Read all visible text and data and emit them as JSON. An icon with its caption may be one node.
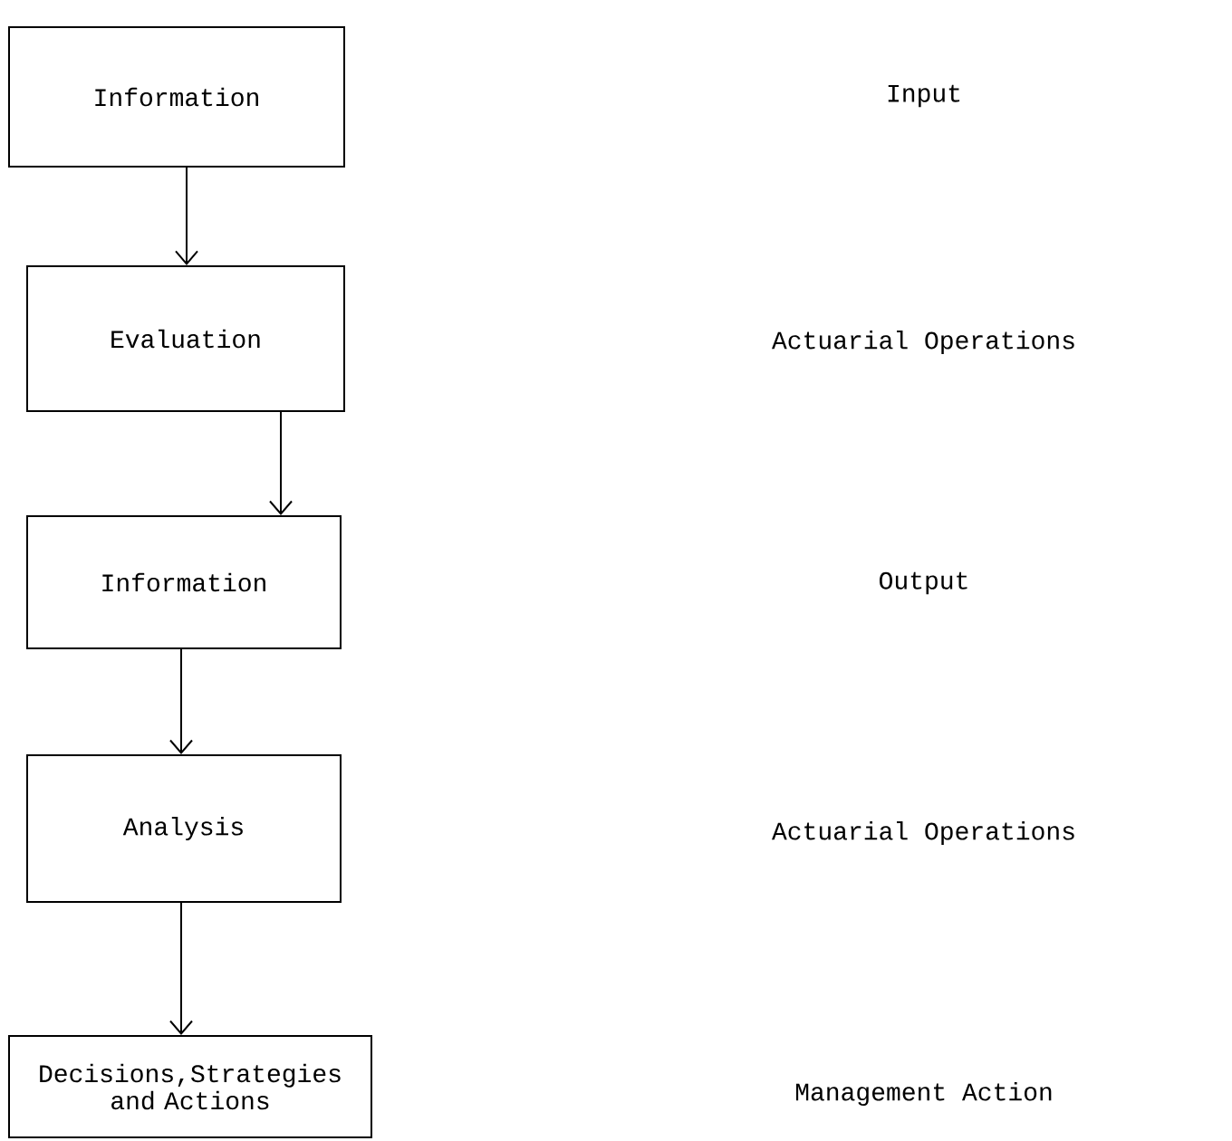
{
  "diagram": {
    "nodes": [
      {
        "text": [
          "Information"
        ]
      },
      {
        "text": [
          "Evaluation"
        ]
      },
      {
        "text": [
          "Information"
        ]
      },
      {
        "text": [
          "Analysis"
        ]
      },
      {
        "text": [
          "Decisions,Strategies and Actions"
        ]
      }
    ],
    "edges": [
      {
        "from": 0,
        "to": 1,
        "arrow": "to"
      },
      {
        "from": 1,
        "to": 2,
        "arrow": "to"
      },
      {
        "from": 2,
        "to": 3,
        "arrow": "to"
      },
      {
        "from": 3,
        "to": 4,
        "arrow": "to"
      }
    ],
    "labels": [
      "Input",
      "Actuarial Operations",
      "Output",
      "Actuarial Operations",
      "Management Action"
    ]
  }
}
